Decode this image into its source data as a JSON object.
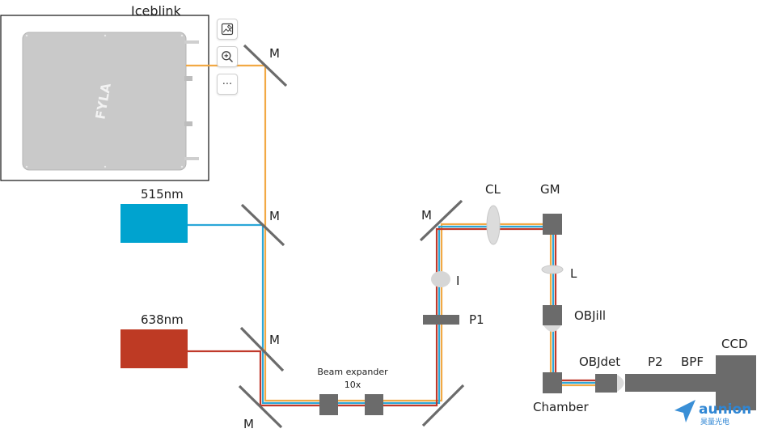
{
  "sources": {
    "iceblink": {
      "label": "Iceblink",
      "device_logo": "FYLA"
    },
    "laser_515": {
      "label": "515nm",
      "color": "#00A3CF"
    },
    "laser_638": {
      "label": "638nm",
      "color": "#BE3A24"
    }
  },
  "beam_colors": {
    "orange": "#F2A944",
    "blue": "#2BA7D8",
    "red": "#C0392B"
  },
  "components": {
    "mirror": "M",
    "beam_expander": "Beam expander",
    "beam_expander_mag": "10x",
    "iris": "I",
    "polarizer1": "P1",
    "cylindrical_lens": "CL",
    "galvo_mirror": "GM",
    "lens": "L",
    "obj_illumination": "OBJill",
    "chamber": "Chamber",
    "obj_detection": "OBJdet",
    "polarizer2": "P2",
    "bandpass_filter": "BPF",
    "camera": "CCD"
  },
  "watermark": {
    "brand": "aunion",
    "subtitle": "昊量光电"
  },
  "toolbar": {
    "items": [
      {
        "icon": "image-edit-icon"
      },
      {
        "icon": "zoom-in-icon"
      },
      {
        "icon": "more-icon",
        "label": "···"
      }
    ]
  }
}
